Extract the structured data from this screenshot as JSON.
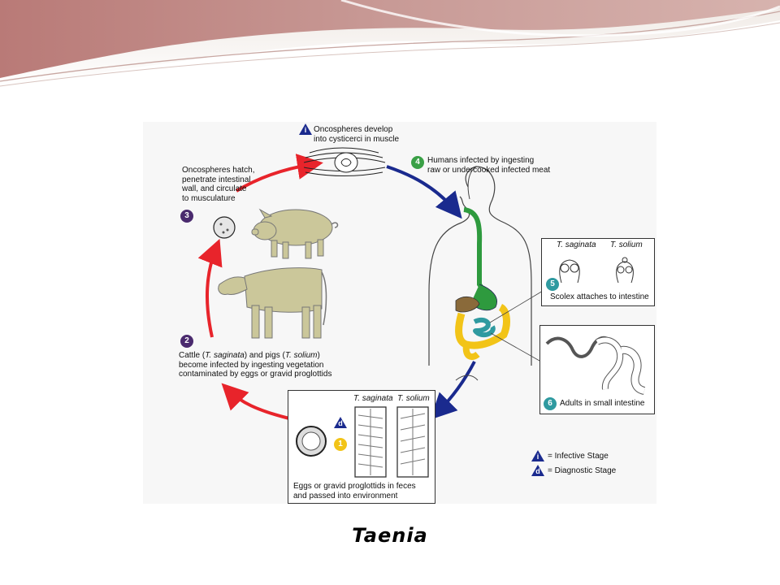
{
  "slide": {
    "title": "Taenia"
  },
  "steps": {
    "s1": {
      "num": "1",
      "text": "Eggs or gravid proglottids in feces and passed into environment",
      "line1": "Eggs or gravid proglottids in feces",
      "line2": "and passed into environment",
      "color": "#f2c418"
    },
    "s2": {
      "num": "2",
      "line1a": "Cattle (",
      "sp1": "T. saginata",
      "line1b": ") and pigs (",
      "sp2": "T. solium",
      "line1c": ")",
      "line2": "become infected by ingesting vegetation",
      "line3": "contaminated by eggs or gravid proglottids",
      "color": "#4a2a6e"
    },
    "s3": {
      "num": "3",
      "line1": "Oncospheres hatch,",
      "line2": "penetrate intestinal",
      "line3": "wall, and circulate",
      "line4": "to musculature",
      "color": "#4a2a6e"
    },
    "s4": {
      "num": "4",
      "line1": "Humans infected by ingesting",
      "line2": "raw or undercooked infected meat",
      "color": "#3aa046"
    },
    "s5": {
      "num": "5",
      "text": "Scolex attaches to intestine",
      "color": "#2f9aa0"
    },
    "s6": {
      "num": "6",
      "text": "Adults in small intestine",
      "color": "#2f9aa0"
    },
    "si": {
      "line1": "Oncospheres develop",
      "line2": "into cysticerci in muscle"
    }
  },
  "species": {
    "saginata": "T. saginata",
    "solium": "T. solium"
  },
  "legend": {
    "infective_symbol": "i",
    "infective_text": "= Infective Stage",
    "diagnostic_symbol": "d",
    "diagnostic_text": "= Diagnostic Stage"
  },
  "colors": {
    "red_arrow": "#e8242b",
    "blue_arrow": "#1a2a8e",
    "badge_navy": "#1a2a8e",
    "animal": "#cbc79a",
    "intestine_yellow": "#f2c418",
    "intestine_teal": "#2f9aa0",
    "stomach_green": "#2e9a3e",
    "liver_brown": "#8a6a3a"
  }
}
